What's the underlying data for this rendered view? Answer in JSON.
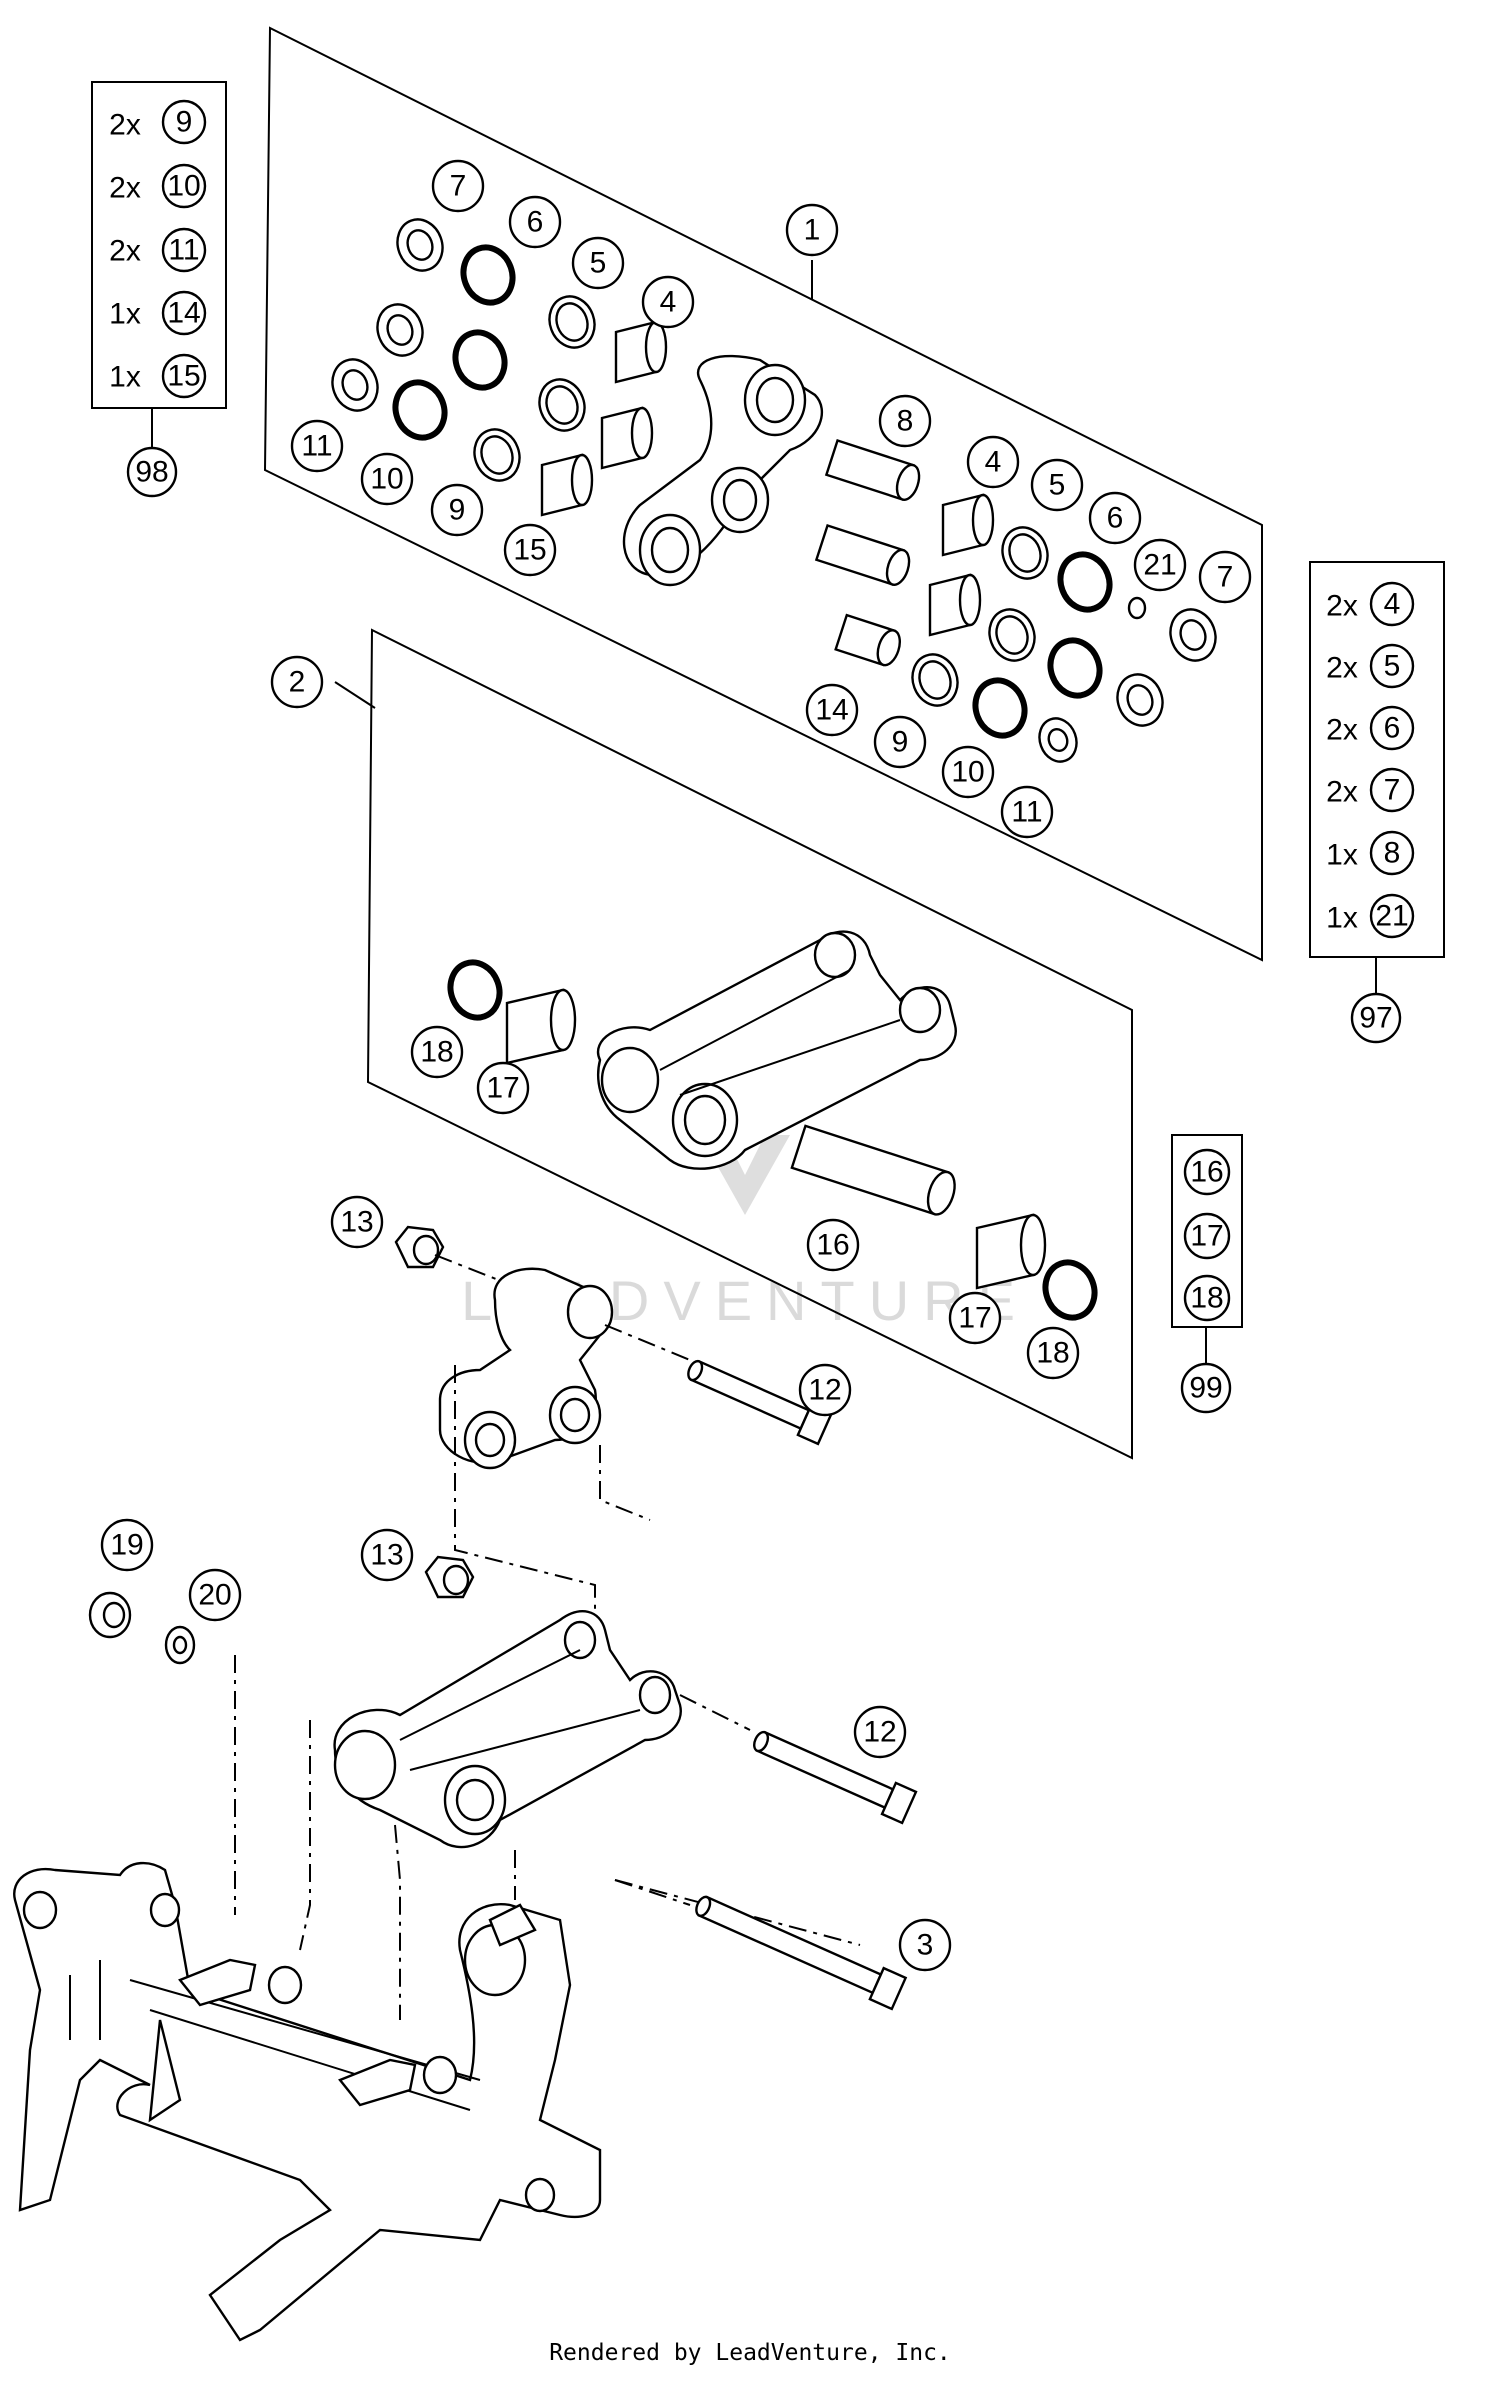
{
  "diagram": {
    "callouts": {
      "c1": "1",
      "c2": "2",
      "c3": "3",
      "c4a": "4",
      "c5a": "5",
      "c6a": "6",
      "c7a": "7",
      "c9a": "9",
      "c10a": "10",
      "c11a": "11",
      "c15": "15",
      "c8": "8",
      "c4b": "4",
      "c5b": "5",
      "c6b": "6",
      "c21": "21",
      "c7b": "7",
      "c14": "14",
      "c9b": "9",
      "c10b": "10",
      "c11b": "11",
      "c18a": "18",
      "c17a": "17",
      "c16": "16",
      "c17b": "17",
      "c18b": "18",
      "c13a": "13",
      "c12a": "12",
      "c19": "19",
      "c20": "20",
      "c13b": "13",
      "c12b": "12"
    },
    "kit_98": {
      "rows": [
        {
          "qty": "2x",
          "part": "9"
        },
        {
          "qty": "2x",
          "part": "10"
        },
        {
          "qty": "2x",
          "part": "11"
        },
        {
          "qty": "1x",
          "part": "14"
        },
        {
          "qty": "1x",
          "part": "15"
        }
      ],
      "number": "98"
    },
    "kit_97": {
      "rows": [
        {
          "qty": "2x",
          "part": "4"
        },
        {
          "qty": "2x",
          "part": "5"
        },
        {
          "qty": "2x",
          "part": "6"
        },
        {
          "qty": "2x",
          "part": "7"
        },
        {
          "qty": "1x",
          "part": "8"
        },
        {
          "qty": "1x",
          "part": "21"
        }
      ],
      "number": "97"
    },
    "kit_99": {
      "rows": [
        {
          "part": "16"
        },
        {
          "part": "17"
        },
        {
          "part": "18"
        }
      ],
      "number": "99"
    },
    "watermark": "LEADVENTURE"
  },
  "footer": {
    "text": "Rendered by LeadVenture, Inc."
  }
}
